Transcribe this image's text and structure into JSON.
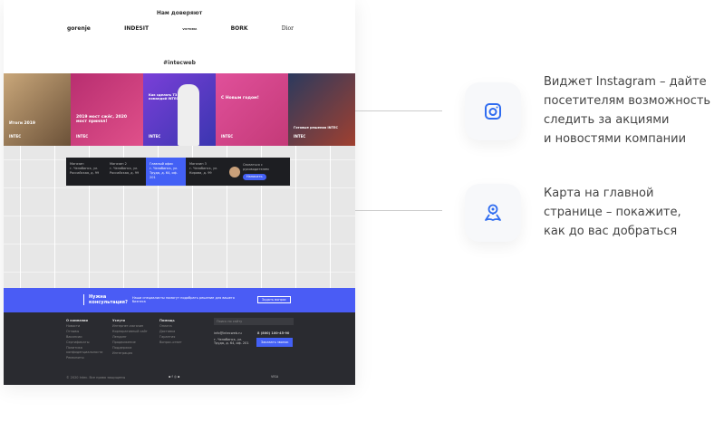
{
  "mockup": {
    "trust_title": "Нам доверяют",
    "logos": [
      "gorenje",
      "INDESIT",
      "VICTORIA",
      "BORK",
      "Dior"
    ],
    "hashtag": "#intecweb",
    "tiles": [
      {
        "caption": "Итоги 2019",
        "brand": "INTEC",
        "color": "#7a6a55"
      },
      {
        "caption": "2019 мост сжёг, 2020 мост принял!",
        "brand": "INTEC",
        "color": "#c8387a"
      },
      {
        "caption": "Как сделать ТЗ с командой INTEC",
        "brand": "INTEC",
        "color": "#6c3fd1"
      },
      {
        "caption": "С Новым годом!",
        "brand": "INTEC",
        "color": "#d94a8e"
      },
      {
        "caption": "Готовые решения INTEC",
        "brand": "INTEC",
        "color": "#2b3a5e"
      }
    ],
    "contacts": [
      {
        "title": "Магазин",
        "addr": "г. Челябинск, ул. Российская, д. 99"
      },
      {
        "title": "Магазин 2",
        "addr": "г. Челябинск, ул. Российская, д. 99"
      },
      {
        "title": "Главный офис",
        "addr": "г. Челябинск, ул. Труда, д. 64, оф. 201"
      },
      {
        "title": "Магазин 3",
        "addr": "г. Челябинск, ул. Кирова, д. 99"
      }
    ],
    "manager_label": "Связаться с руководителем",
    "manager_button": "Написать",
    "band_title": "Нужна консультация?",
    "band_text": "Наши специалисты помогут подобрать решение для вашего бизнеса",
    "band_button": "Задать вопрос",
    "footer": {
      "cols": [
        {
          "title": "О компании",
          "items": [
            "Новости",
            "Отзывы",
            "Вакансии",
            "Сертификаты",
            "Политика конфиденциальности",
            "Реквизиты"
          ]
        },
        {
          "title": "Услуги",
          "items": [
            "Интернет-магазин",
            "Корпоративный сайт",
            "Лендинг",
            "Продвижение",
            "Поддержка",
            "Интеграция"
          ]
        },
        {
          "title": "Помощь",
          "items": [
            "Оплата",
            "Доставка",
            "Гарантия",
            "Вопрос-ответ"
          ]
        }
      ],
      "search_placeholder": "Поиск по сайту",
      "email": "info@intecweb.ru",
      "phone": "8 (800) 100-45-90",
      "address": "г. Челябинск, ул. Труда, д. 64, оф. 201",
      "call_button": "Заказать звонок",
      "copyright": "© 2020 Intec. Все права защищены",
      "payment": "VISA"
    }
  },
  "features": [
    {
      "icon": "instagram-icon",
      "lines": [
        "Виджет Instagram – дайте",
        "посетителям возможность",
        "следить за акциями",
        "и новостями компании"
      ]
    },
    {
      "icon": "map-pin-icon",
      "lines": [
        "Карта на главной",
        "странице – покажите,",
        "как до вас добраться"
      ]
    }
  ],
  "accent": "#2f6cf0"
}
